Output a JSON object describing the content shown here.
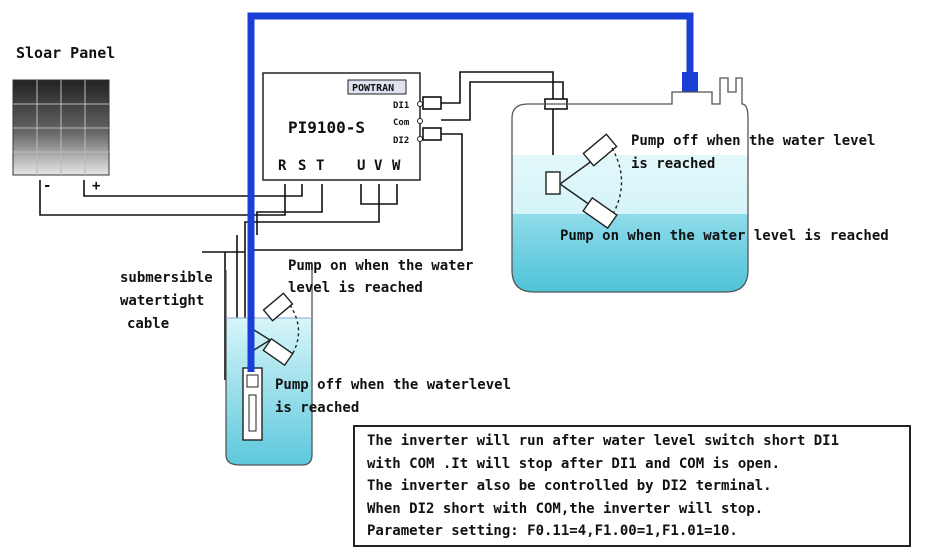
{
  "panel": {
    "label": "Sloar Panel",
    "minus": "-",
    "plus": "+"
  },
  "inverter": {
    "brand": "POWTRAN",
    "model": "PI9100-S",
    "terminals": [
      "R",
      "S",
      "T",
      "U",
      "V",
      "W"
    ],
    "di1": "DI1",
    "com": "Com",
    "di2": "DI2"
  },
  "cable_label": [
    "submersible",
    "watertight",
    "cable"
  ],
  "well": {
    "pump_on": [
      "Pump on when the water",
      "level is reached"
    ],
    "pump_off": [
      "Pump off when the waterlevel",
      "is reached"
    ]
  },
  "tank": {
    "pump_off": [
      "Pump off when the water level",
      "is reached"
    ],
    "pump_on": "Pump on when the water level is reached"
  },
  "note": [
    "The inverter will run after water level switch short DI1",
    "with COM .It will stop after DI1 and COM is open.",
    "The inverter also be controlled by DI2 terminal.",
    "When DI2 short with COM,the inverter will stop.",
    "Parameter setting: F0.11=4,F1.00=1,F1.01=10."
  ],
  "colors": {
    "pipe": "#1a3fd6",
    "water": "#bfeef5",
    "water_deep": "#6fd0e0"
  }
}
